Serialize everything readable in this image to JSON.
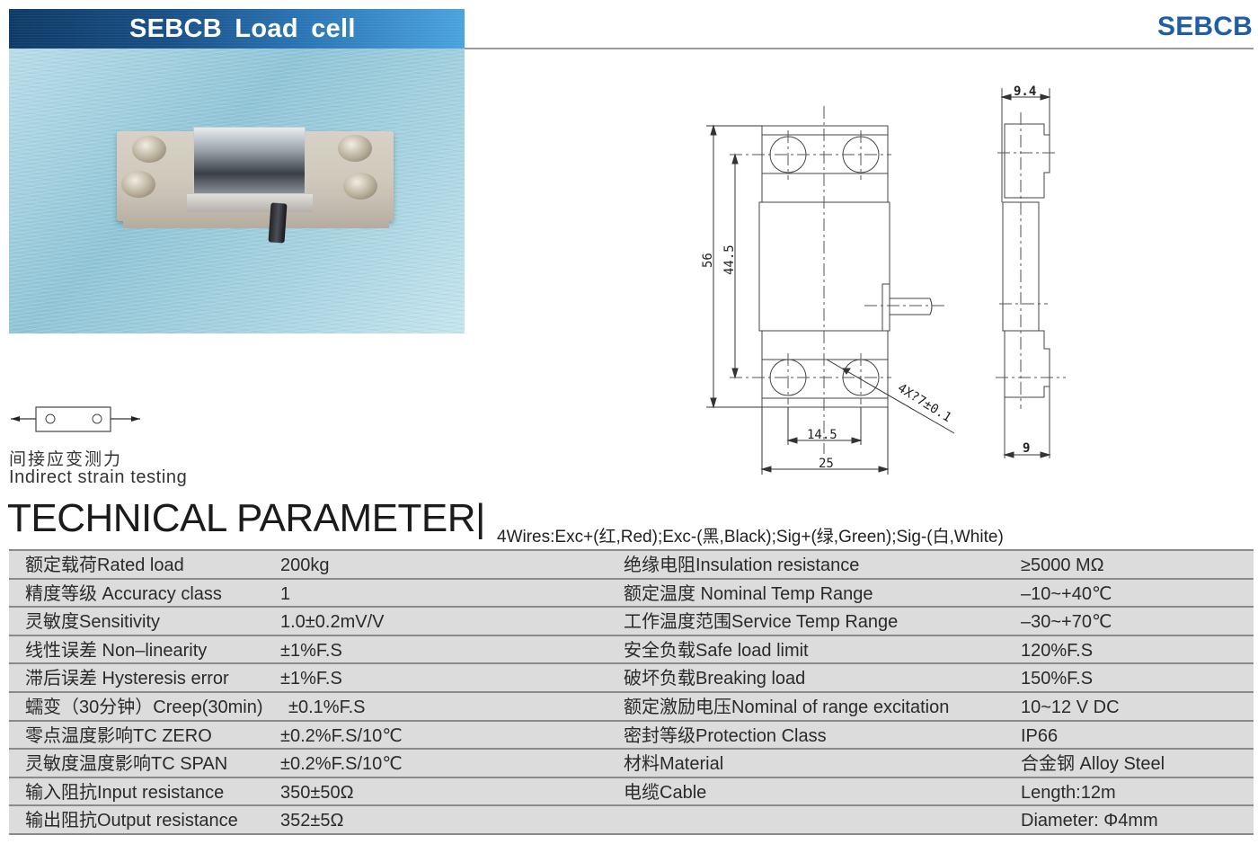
{
  "header": {
    "banner_title": "SEBCB  Load cell",
    "brand": "SEBCB"
  },
  "photo": {
    "alt": "SEBCB load cell product photo"
  },
  "strain_diagram": {
    "caption_cn": "间接应变测力",
    "caption_en": "Indirect strain testing"
  },
  "drawing": {
    "front": {
      "overall_height": "56",
      "hole_spacing_vertical": "44.5",
      "hole_spacing_horizontal": "14.5",
      "overall_width": "25",
      "hole_callout": "4X?7±0.1"
    },
    "side": {
      "top_width": "9.4",
      "bottom_width": "9"
    }
  },
  "technical": {
    "heading": "TECHNICAL PARAMETER|",
    "wires": "4Wires:Exc+(红,Red);Exc-(黑,Black);Sig+(绿,Green);Sig-(白,White)"
  },
  "params": [
    {
      "label_l": "额定载荷Rated load",
      "value_l": "200kg",
      "label_r": "绝缘电阻Insulation resistance",
      "value_r": "≥5000 MΩ"
    },
    {
      "label_l": "精度等级 Accuracy class",
      "value_l": "1",
      "label_r": "额定温度 Nominal Temp Range",
      "value_r": "–10~+40℃"
    },
    {
      "label_l": "灵敏度Sensitivity",
      "value_l": "1.0±0.2mV/V",
      "label_r": "工作温度范围Service Temp Range",
      "value_r": "–30~+70℃"
    },
    {
      "label_l": "线性误差 Non–linearity",
      "value_l": "±1%F.S",
      "label_r": "安全负载Safe load limit",
      "value_r": "120%F.S"
    },
    {
      "label_l": "滞后误差 Hysteresis error",
      "value_l": " ±1%F.S",
      "label_r": "破坏负载Breaking load",
      "value_r": "150%F.S"
    },
    {
      "label_l": "蠕变（30分钟）Creep(30min)",
      "value_l": "±0.1%F.S",
      "label_r": "额定激励电压Nominal of range excitation",
      "value_r": "10~12 V DC"
    },
    {
      "label_l": "零点温度影响TC ZERO",
      "value_l": "±0.2%F.S/10℃",
      "label_r": "密封等级Protection Class",
      "value_r": "IP66"
    },
    {
      "label_l": "灵敏度温度影响TC SPAN",
      "value_l": "±0.2%F.S/10℃",
      "label_r": "材料Material",
      "value_r": "合金钢 Alloy Steel"
    },
    {
      "label_l": "输入阻抗Input resistance",
      "value_l": "350±50Ω",
      "label_r": "电缆Cable",
      "value_r": "Length:12m"
    },
    {
      "label_l": "输出阻抗Output resistance",
      "value_l": "352±5Ω",
      "label_r": "",
      "value_r": "Diameter: Φ4mm"
    }
  ]
}
